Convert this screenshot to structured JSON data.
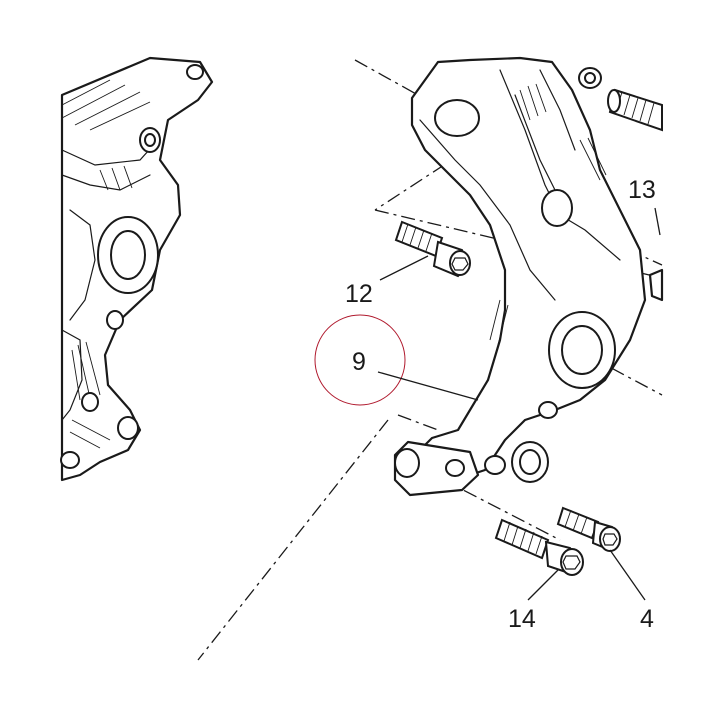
{
  "diagram": {
    "callouts": [
      {
        "id": "12",
        "label": "12"
      },
      {
        "id": "9",
        "label": "9"
      },
      {
        "id": "13",
        "label": "13"
      },
      {
        "id": "14",
        "label": "14"
      },
      {
        "id": "4",
        "label": "4"
      }
    ],
    "highlight_color": "#b01a2e",
    "line_color": "#1a1a1a"
  }
}
